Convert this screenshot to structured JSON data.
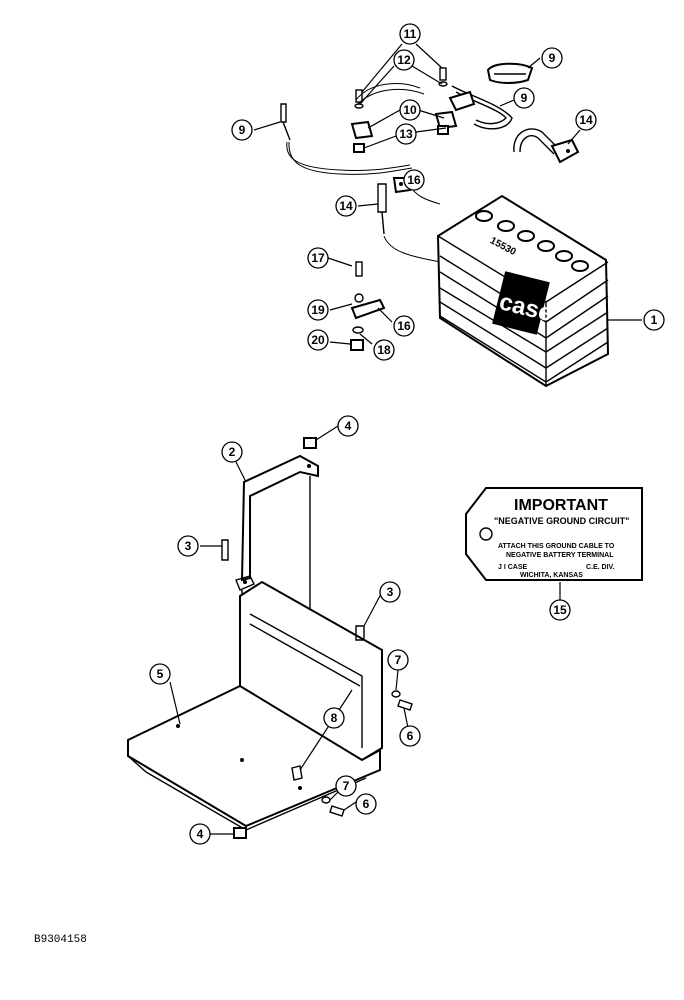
{
  "callouts": {
    "c1": "1",
    "c2": "2",
    "c3a": "3",
    "c3b": "3",
    "c4a": "4",
    "c4b": "4",
    "c5": "5",
    "c6a": "6",
    "c6b": "6",
    "c7a": "7",
    "c7b": "7",
    "c8": "8",
    "c9a": "9",
    "c9b": "9",
    "c9c": "9",
    "c10": "10",
    "c11": "11",
    "c12": "12",
    "c13": "13",
    "c14a": "14",
    "c14b": "14",
    "c15": "15",
    "c16a": "16",
    "c16b": "16",
    "c17": "17",
    "c18": "18",
    "c19": "19",
    "c20": "20"
  },
  "battery": {
    "brand": "case",
    "label": "15530"
  },
  "tag": {
    "title": "IMPORTANT",
    "subtitle": "\"NEGATIVE GROUND CIRCUIT\"",
    "line1": "ATTACH THIS GROUND CABLE TO",
    "line2": "NEGATIVE BATTERY TERMINAL",
    "company": "J I CASE",
    "division": "C.E. DIV.",
    "location": "WICHITA, KANSAS"
  },
  "figure_id": "B9304158"
}
